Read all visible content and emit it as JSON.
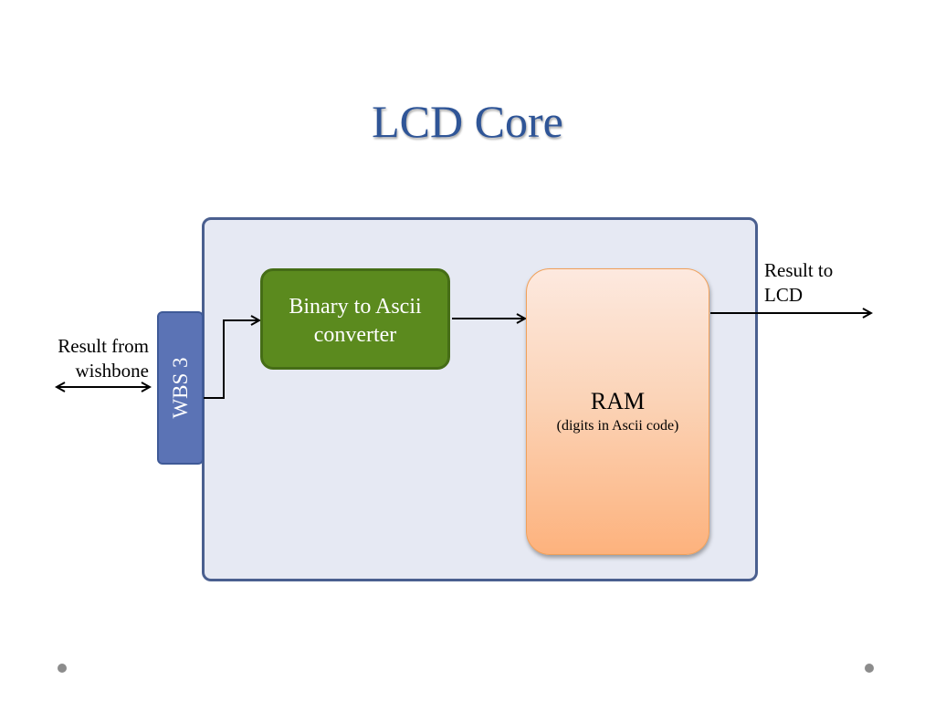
{
  "title": "LCD Core",
  "blocks": {
    "wbs": "WBS 3",
    "converter": "Binary to Ascii converter",
    "ram_title": "RAM",
    "ram_subtitle": "(digits in Ascii code)"
  },
  "labels": {
    "input": [
      "Result from",
      "wishbone"
    ],
    "output": [
      "Result to",
      "LCD"
    ]
  },
  "colors": {
    "title": "#2f5597",
    "core_background": "#e6e9f3",
    "core_border": "#4a5f8f",
    "wbs_fill": "#5b73b5",
    "converter_fill": "#5b8a1e",
    "ram_fill_top": "#fde9df",
    "ram_fill_bottom": "#fdb27d"
  }
}
